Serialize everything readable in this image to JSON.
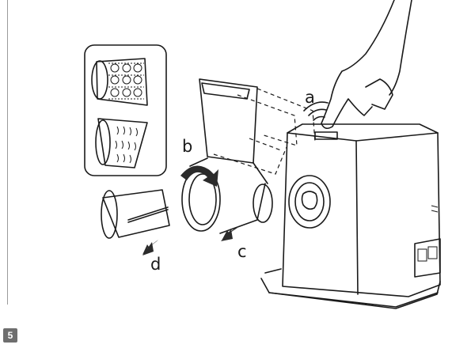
{
  "labels": {
    "a": "a",
    "b": "b",
    "c": "c",
    "d": "d"
  },
  "step_number": "5"
}
